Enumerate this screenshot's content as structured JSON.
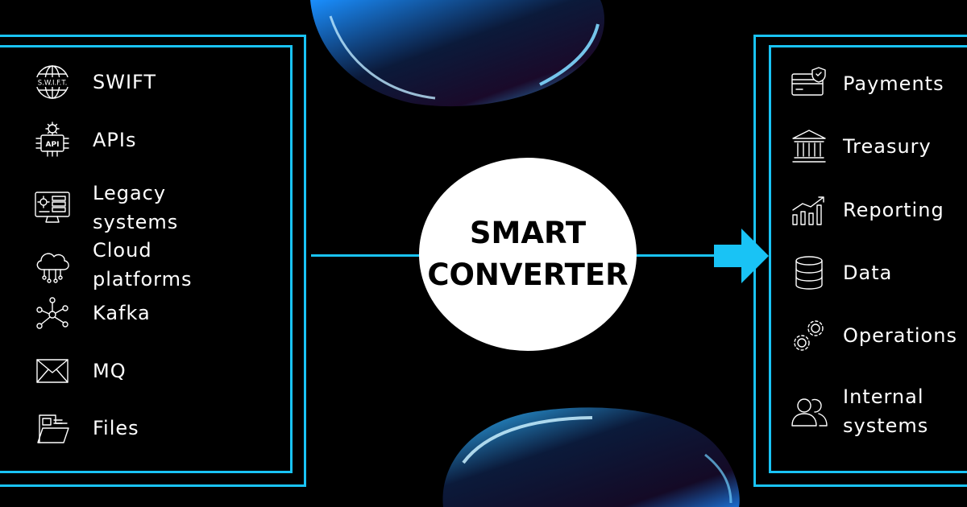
{
  "center": {
    "line1": "SMART",
    "line2": "CONVERTER"
  },
  "sources": [
    {
      "label": "SWIFT",
      "icon": "swift-globe-icon",
      "icon_text": "S.W.I.F.T."
    },
    {
      "label": "APIs",
      "icon": "api-gear-icon",
      "icon_text": "API"
    },
    {
      "label": "Legacy systems",
      "icon": "legacy-monitor-icon"
    },
    {
      "label": "Cloud platforms",
      "icon": "cloud-network-icon"
    },
    {
      "label": "Kafka",
      "icon": "kafka-nodes-icon"
    },
    {
      "label": "MQ",
      "icon": "envelope-icon"
    },
    {
      "label": "Files",
      "icon": "folder-files-icon"
    }
  ],
  "targets": [
    {
      "label": "Payments",
      "icon": "card-shield-icon"
    },
    {
      "label": "Treasury",
      "icon": "bank-building-icon"
    },
    {
      "label": "Reporting",
      "icon": "bar-chart-icon"
    },
    {
      "label": "Data",
      "icon": "database-icon"
    },
    {
      "label": "Operations",
      "icon": "gears-icon"
    },
    {
      "label": "Internal\nsystems",
      "icon": "users-icon"
    }
  ],
  "colors": {
    "accent": "#19c3f5",
    "background": "#000000",
    "circle": "#ffffff"
  }
}
